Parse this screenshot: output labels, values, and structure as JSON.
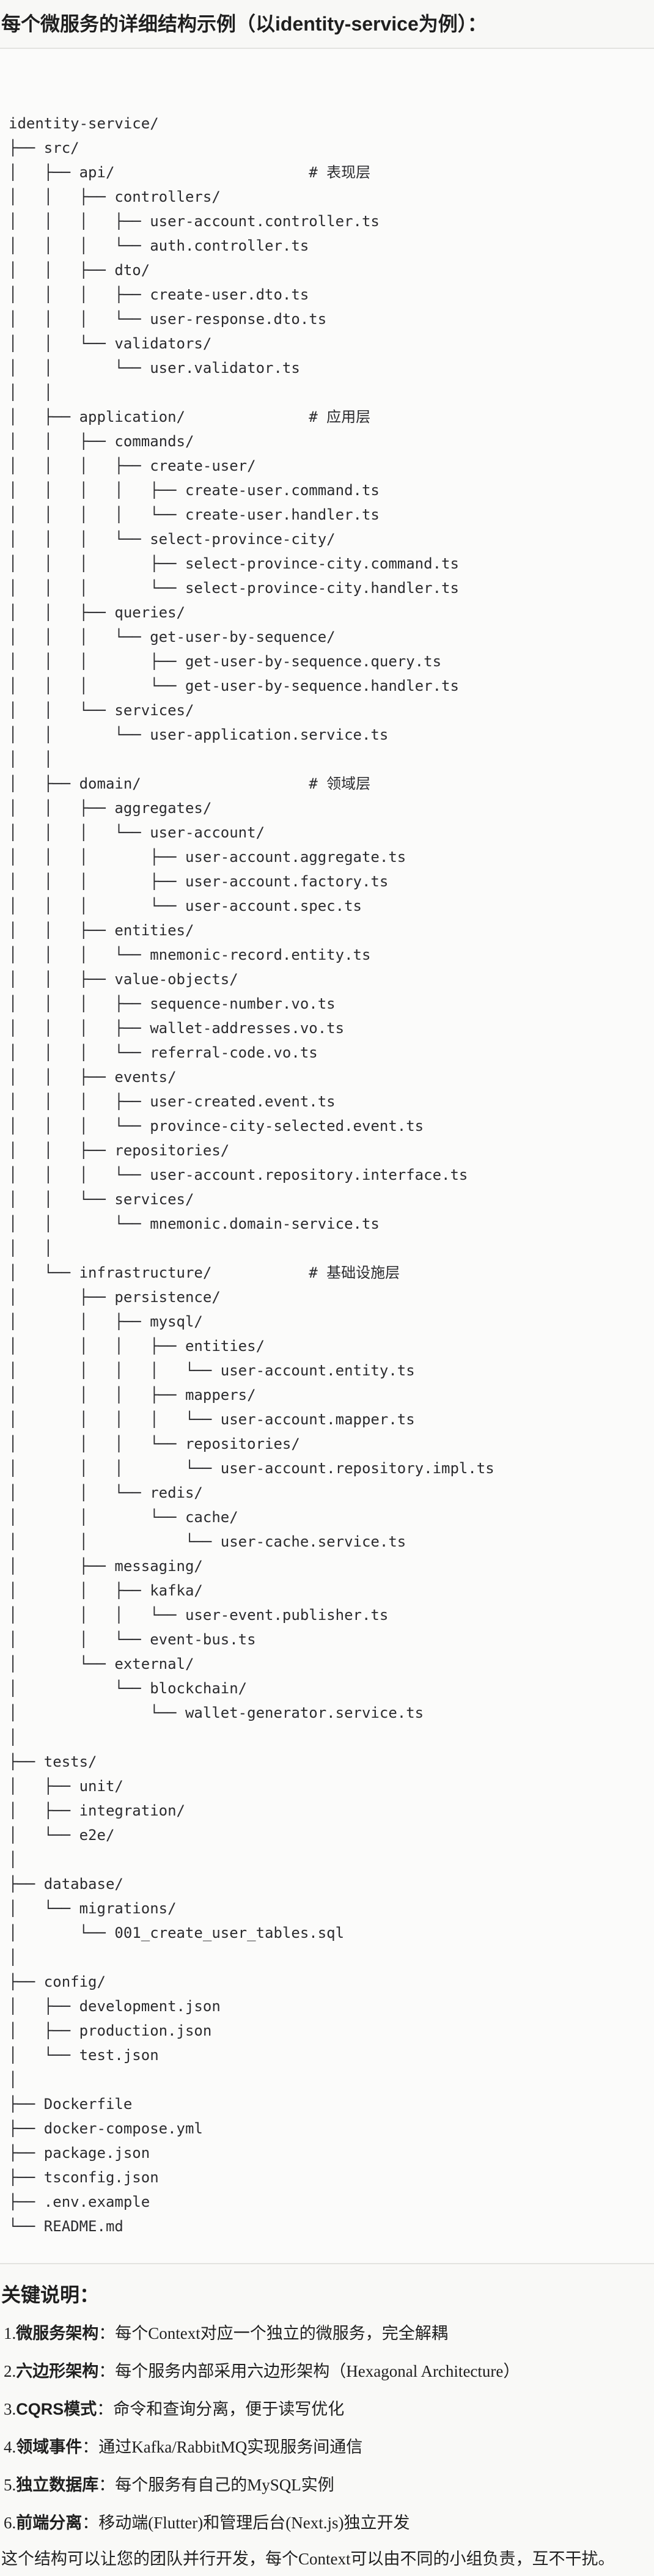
{
  "title": "每个微服务的详细结构示例（以identity-service为例）：",
  "tree_lines": [
    "identity-service/",
    "├── src/",
    "│   ├── api/                      # 表现层",
    "│   │   ├── controllers/",
    "│   │   │   ├── user-account.controller.ts",
    "│   │   │   └── auth.controller.ts",
    "│   │   ├── dto/",
    "│   │   │   ├── create-user.dto.ts",
    "│   │   │   └── user-response.dto.ts",
    "│   │   └── validators/",
    "│   │       └── user.validator.ts",
    "│   │",
    "│   ├── application/              # 应用层",
    "│   │   ├── commands/",
    "│   │   │   ├── create-user/",
    "│   │   │   │   ├── create-user.command.ts",
    "│   │   │   │   └── create-user.handler.ts",
    "│   │   │   └── select-province-city/",
    "│   │   │       ├── select-province-city.command.ts",
    "│   │   │       └── select-province-city.handler.ts",
    "│   │   ├── queries/",
    "│   │   │   └── get-user-by-sequence/",
    "│   │   │       ├── get-user-by-sequence.query.ts",
    "│   │   │       └── get-user-by-sequence.handler.ts",
    "│   │   └── services/",
    "│   │       └── user-application.service.ts",
    "│   │",
    "│   ├── domain/                   # 领域层",
    "│   │   ├── aggregates/",
    "│   │   │   └── user-account/",
    "│   │   │       ├── user-account.aggregate.ts",
    "│   │   │       ├── user-account.factory.ts",
    "│   │   │       └── user-account.spec.ts",
    "│   │   ├── entities/",
    "│   │   │   └── mnemonic-record.entity.ts",
    "│   │   ├── value-objects/",
    "│   │   │   ├── sequence-number.vo.ts",
    "│   │   │   ├── wallet-addresses.vo.ts",
    "│   │   │   └── referral-code.vo.ts",
    "│   │   ├── events/",
    "│   │   │   ├── user-created.event.ts",
    "│   │   │   └── province-city-selected.event.ts",
    "│   │   ├── repositories/",
    "│   │   │   └── user-account.repository.interface.ts",
    "│   │   └── services/",
    "│   │       └── mnemonic.domain-service.ts",
    "│   │",
    "│   └── infrastructure/           # 基础设施层",
    "│       ├── persistence/",
    "│       │   ├── mysql/",
    "│       │   │   ├── entities/",
    "│       │   │   │   └── user-account.entity.ts",
    "│       │   │   ├── mappers/",
    "│       │   │   │   └── user-account.mapper.ts",
    "│       │   │   └── repositories/",
    "│       │   │       └── user-account.repository.impl.ts",
    "│       │   └── redis/",
    "│       │       └── cache/",
    "│       │           └── user-cache.service.ts",
    "│       ├── messaging/",
    "│       │   ├── kafka/",
    "│       │   │   └── user-event.publisher.ts",
    "│       │   └── event-bus.ts",
    "│       └── external/",
    "│           └── blockchain/",
    "│               └── wallet-generator.service.ts",
    "│",
    "├── tests/",
    "│   ├── unit/",
    "│   ├── integration/",
    "│   └── e2e/",
    "│",
    "├── database/",
    "│   └── migrations/",
    "│       └── 001_create_user_tables.sql",
    "│",
    "├── config/",
    "│   ├── development.json",
    "│   ├── production.json",
    "│   └── test.json",
    "│",
    "├── Dockerfile",
    "├── docker-compose.yml",
    "├── package.json",
    "├── tsconfig.json",
    "├── .env.example",
    "└── README.md"
  ],
  "notes": {
    "heading": "关键说明：",
    "items": [
      {
        "num": "1.",
        "label": "微服务架构",
        "sep": "：",
        "text": "每个Context对应一个独立的微服务，完全解耦"
      },
      {
        "num": "2.",
        "label": "六边形架构",
        "sep": "：",
        "text": "每个服务内部采用六边形架构（Hexagonal Architecture）"
      },
      {
        "num": "3.",
        "label": "CQRS模式",
        "sep": "：",
        "text": "命令和查询分离，便于读写优化"
      },
      {
        "num": "4.",
        "label": "领域事件",
        "sep": "：",
        "text": "通过Kafka/RabbitMQ实现服务间通信"
      },
      {
        "num": "5.",
        "label": "独立数据库",
        "sep": "：",
        "text": "每个服务有自己的MySQL实例"
      },
      {
        "num": "6.",
        "label": "前端分离",
        "sep": "：",
        "text": "移动端(Flutter)和管理后台(Next.js)独立开发"
      }
    ],
    "summary": "这个结构可以让您的团队并行开发，每个Context可以由不同的小组负责，互不干扰。"
  }
}
